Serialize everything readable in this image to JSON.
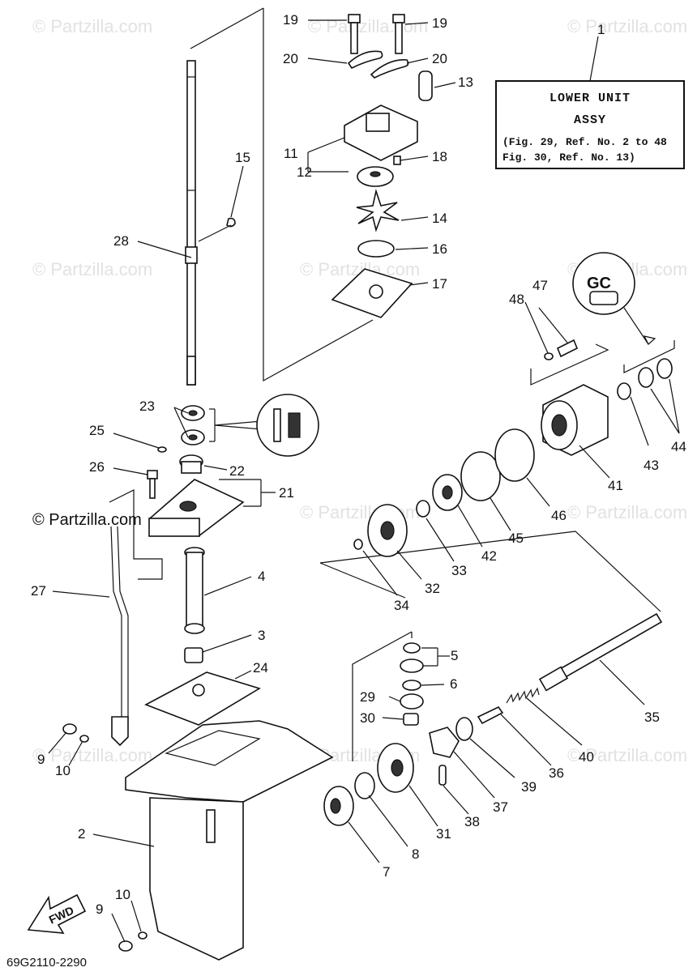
{
  "watermark": "© Partzilla.com",
  "copyright": "© Partzilla.com",
  "assembly_box": {
    "ref": "1",
    "title_line1": "LOWER UNIT",
    "title_line2": "ASSY",
    "note_line1": "(Fig. 29, Ref. No. 2 to 48",
    "note_line2": " Fig. 30, Ref. No. 13)"
  },
  "diagram_code": "69G2110-2290",
  "fwd_label": "FWD",
  "callouts": [
    "1",
    "2",
    "3",
    "4",
    "5",
    "6",
    "7",
    "8",
    "9",
    "9",
    "10",
    "10",
    "11",
    "12",
    "13",
    "14",
    "15",
    "16",
    "17",
    "18",
    "19",
    "19",
    "20",
    "20",
    "21",
    "22",
    "23",
    "24",
    "25",
    "26",
    "27",
    "28",
    "29",
    "30",
    "31",
    "32",
    "33",
    "34",
    "35",
    "36",
    "37",
    "38",
    "39",
    "40",
    "41",
    "42",
    "43",
    "44",
    "45",
    "46",
    "47",
    "48"
  ]
}
